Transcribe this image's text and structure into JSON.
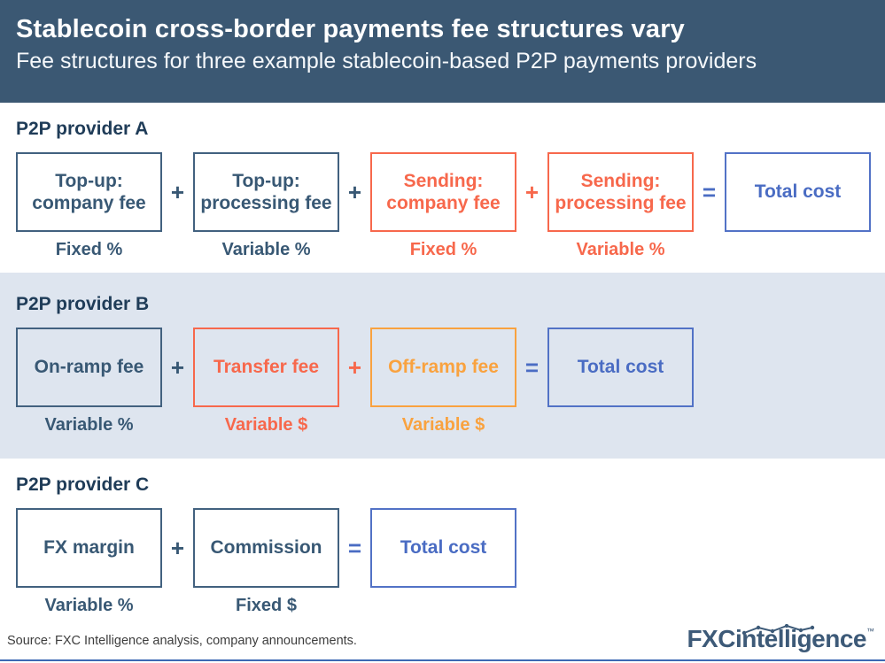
{
  "header": {
    "title": "Stablecoin cross-border payments fee structures vary",
    "subtitle": "Fee structures for three example stablecoin-based P2P payments providers"
  },
  "sections": [
    {
      "id": "p2p-provider-a",
      "heading": "P2P provider A",
      "band": false,
      "flow": [
        {
          "type": "box",
          "color": "slate",
          "label": "Top-up:\ncompany fee",
          "sublabel": "Fixed %"
        },
        {
          "type": "op",
          "color": "slate",
          "label": "+"
        },
        {
          "type": "box",
          "color": "slate",
          "label": "Top-up:\nprocessing fee",
          "sublabel": "Variable %"
        },
        {
          "type": "op",
          "color": "slate",
          "label": "+"
        },
        {
          "type": "box",
          "color": "coral",
          "label": "Sending:\ncompany fee",
          "sublabel": "Fixed %"
        },
        {
          "type": "op",
          "color": "coral",
          "label": "+"
        },
        {
          "type": "box",
          "color": "coral",
          "label": "Sending:\nprocessing fee",
          "sublabel": "Variable %"
        },
        {
          "type": "op",
          "color": "blue",
          "label": "="
        },
        {
          "type": "box",
          "color": "blue",
          "label": "Total cost",
          "sublabel": ""
        }
      ]
    },
    {
      "id": "p2p-provider-b",
      "heading": "P2P provider B",
      "band": true,
      "flow": [
        {
          "type": "box",
          "color": "slate",
          "label": "On-ramp fee",
          "sublabel": "Variable %"
        },
        {
          "type": "op",
          "color": "slate",
          "label": "+"
        },
        {
          "type": "box",
          "color": "coral",
          "label": "Transfer fee",
          "sublabel": "Variable $"
        },
        {
          "type": "op",
          "color": "coral",
          "label": "+"
        },
        {
          "type": "box",
          "color": "amber",
          "label": "Off-ramp fee",
          "sublabel": "Variable $"
        },
        {
          "type": "op",
          "color": "blue",
          "label": "="
        },
        {
          "type": "box",
          "color": "blue",
          "label": "Total cost",
          "sublabel": ""
        }
      ]
    },
    {
      "id": "p2p-provider-c",
      "heading": "P2P provider C",
      "band": false,
      "flow": [
        {
          "type": "box",
          "color": "slate",
          "label": "FX margin",
          "sublabel": "Variable %"
        },
        {
          "type": "op",
          "color": "slate",
          "label": "+"
        },
        {
          "type": "box",
          "color": "slate",
          "label": "Commission",
          "sublabel": "Fixed $"
        },
        {
          "type": "op",
          "color": "blue",
          "label": "="
        },
        {
          "type": "box",
          "color": "blue",
          "label": "Total cost",
          "sublabel": ""
        }
      ]
    }
  ],
  "footer": {
    "source": "Source: FXC Intelligence analysis, company announcements.",
    "logo_fxc": "FXC",
    "logo_rest": "intelligence",
    "logo_tm": "™"
  },
  "colors": {
    "header_bg": "#3b5873",
    "band_bg": "#dee5ef",
    "heading_text": "#1f3c58",
    "slate": "#42617f",
    "coral": "#f7684c",
    "amber": "#f9a23f",
    "blue": "#4a6cc3",
    "bottom_line": "#3c69b3",
    "logo_navy": "#3d5a78"
  }
}
